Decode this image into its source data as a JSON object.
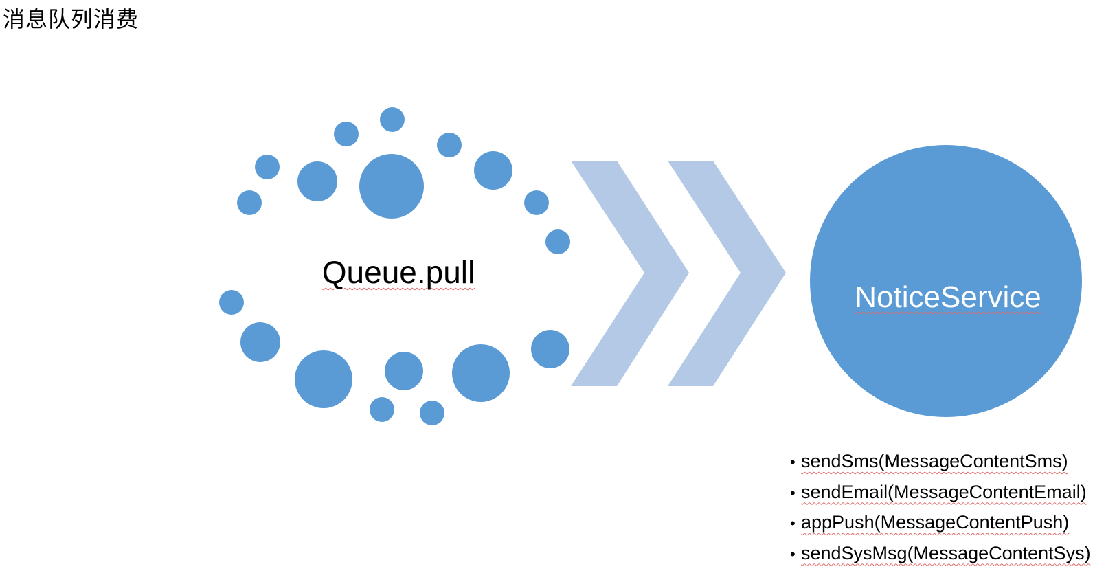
{
  "title": "消息队列消费",
  "queue_label": "Queue.pull",
  "service_label": "NoticeService",
  "methods": [
    "sendSms(MessageContentSms)",
    "sendEmail(MessageContentEmail)",
    "appPush(MessageContentPush)",
    "sendSysMsg(MessageContentSys)"
  ],
  "colors": {
    "dot": "#5b9bd5",
    "chevron": "#b4c9e6",
    "service_circle": "#5b9bd5",
    "label_text_on_circle": "#ffffff"
  }
}
